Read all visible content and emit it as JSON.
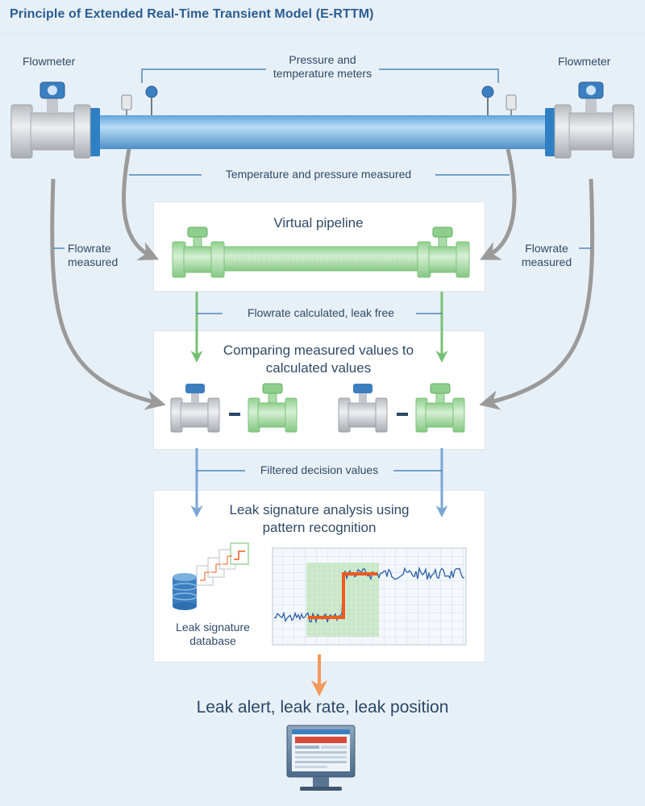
{
  "title": "Principle of Extended Real-Time Transient Model (E-RTTM)",
  "labels": {
    "flowmeter_left": "Flowmeter",
    "flowmeter_right": "Flowmeter",
    "pt_meters": "Pressure and temperature meters",
    "temp_pressure_measured": "Temperature and pressure measured",
    "flowrate_measured_left": "Flowrate measured",
    "flowrate_measured_right": "Flowrate measured",
    "flowrate_calculated": "Flowrate calculated, leak free",
    "filtered_values": "Filtered decision values",
    "leak_db": "Leak signature database"
  },
  "panels": {
    "virtual_pipeline": "Virtual pipeline",
    "comparing": "Comparing measured values to calculated values",
    "analysis": "Leak signature analysis using pattern recognition"
  },
  "output": "Leak alert, leak rate, leak position",
  "colors": {
    "pipe": "#8ec2ea",
    "flange": "#2f7fc4",
    "meter_gray": "#cfd3d7",
    "virtual_green": "#a9dca8",
    "arrow_gray": "#9a9a9a",
    "arrow_green": "#76c074",
    "arrow_blue": "#7aa6d4",
    "arrow_orange": "#f29a5c",
    "signal_orange": "#f05a1e",
    "signal_blue": "#2c5fa8"
  },
  "icons": [
    "flowmeter-icon",
    "pressure-sensor-icon",
    "temperature-sensor-icon",
    "database-icon",
    "document-stack-icon",
    "monitor-icon",
    "minus-sign"
  ]
}
